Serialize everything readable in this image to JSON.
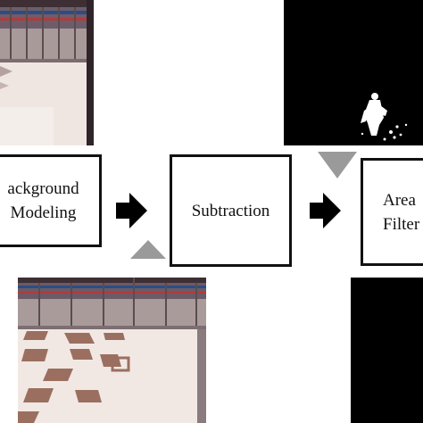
{
  "diagram": {
    "steps": [
      {
        "lines": [
          "ackground",
          "Modeling"
        ]
      },
      {
        "lines": [
          "Subtraction"
        ]
      },
      {
        "lines": [
          "Area",
          "Filter"
        ]
      }
    ],
    "colors": {
      "box_border": "#111111",
      "arrow": "#000000",
      "pointer": "#9a9a9a",
      "mask_background": "#000000",
      "mask_foreground": "#ffffff"
    },
    "images": [
      {
        "content": "background frame: shopping mall corridor with tiled floor"
      },
      {
        "content": "current frame: shopping mall corridor with patterned floor"
      },
      {
        "content": "foreground mask: white person silhouette on black"
      },
      {
        "content": "filtered mask: black"
      }
    ]
  }
}
